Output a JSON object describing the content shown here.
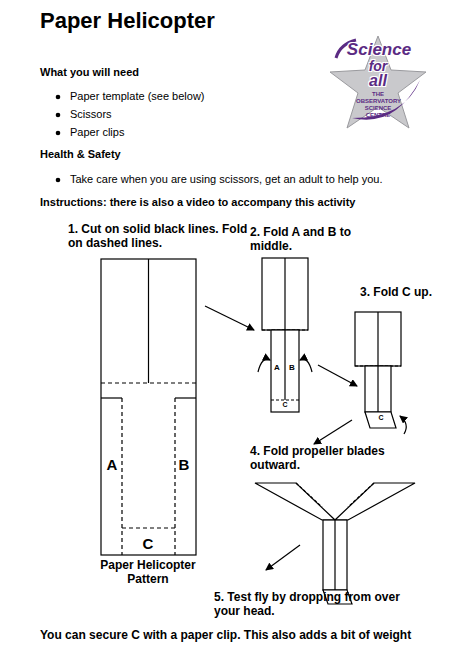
{
  "diagram": {
    "title": "Paper Helicopter",
    "labels": [
      "What you will need",
      "Paper template (see below)",
      "Scissors",
      "Paper clips",
      "Health & Safety",
      "Take care when you are using scissors, get an adult to help you.",
      "Instructions: there is also a video to accompany this activity",
      "1. Cut on solid black lines. Fold on dashed lines.",
      "2. Fold A and B to middle.",
      "3. Fold C up.",
      "4. Fold propeller blades outward.",
      "5. Test fly by dropping from over your head.",
      "A",
      "B",
      "C",
      "Paper Helicopter Pattern",
      "A",
      "B",
      "C",
      "C",
      "You can secure C with a paper clip. This also adds a bit of weight",
      "Science",
      "for",
      "all",
      "THE OBSERVATORY SCIENCE CENTRE"
    ]
  }
}
